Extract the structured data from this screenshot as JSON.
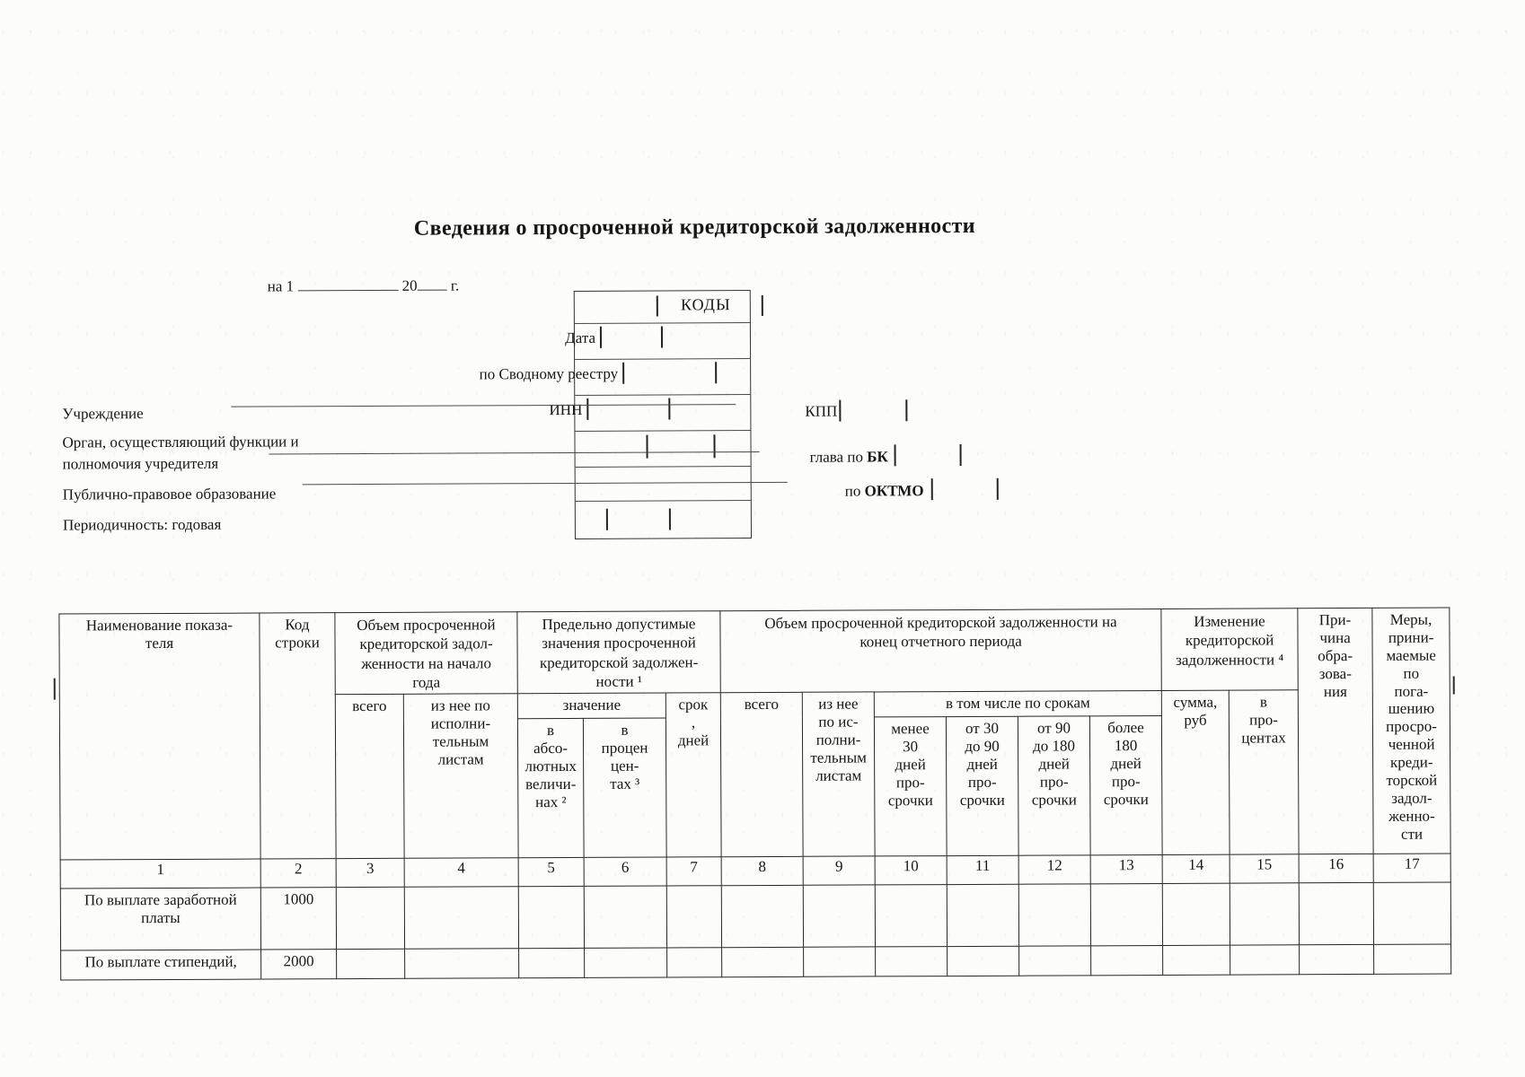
{
  "title": "Сведения о просроченной кредиторской задолженности",
  "header": {
    "date_prefix": "на 1",
    "date_year": "20",
    "date_suffix": "г.",
    "codes_label": "КОДЫ",
    "label_data": "Дата",
    "label_registry": "по Сводному реестру",
    "label_inn": "ИНН",
    "label_institution": "Учреждение",
    "label_founder_line1": "Орган, осуществляющий функции и",
    "label_founder_line2": "полномочия учредителя",
    "label_public_entity": "Публично-правовое образование",
    "label_periodicity": "Периодичность: годовая",
    "label_kpp": "КПП",
    "label_bk_prefix": "глава по ",
    "label_bk": "БК",
    "label_oktmo_prefix": "по ",
    "label_oktmo": "ОКТМО"
  },
  "table": {
    "col_name": "Наименование показа-\nтеля",
    "col_code": "Код\nстроки",
    "grp_begin_year": "Объем просроченной\nкредиторской задол-\nженности на начало\nгода",
    "grp_limits": "Предельно допустимые\nзначения просроченной\nкредиторской задолжен-\nности ¹",
    "grp_end_period": "Объем просроченной кредиторской задолженности на\nконец отчетного периода",
    "grp_change": "Изменение\nкредиторской\nзадолженности ⁴",
    "col_reason": "При-\nчина\nобра-\nзова-\nния",
    "col_measures": "Меры,\nприни-\nмаемые\nпо\nпога-\nшению\nпросро-\nченной\nкреди-\nторской\nзадол-\nженно-\nсти",
    "col_total_begin": "всего",
    "col_writs_begin": "из нее по\nисполни-\nтельным\nлистам",
    "sub_value": "значение",
    "col_abs": "в\nабсо-\nлютных\nвеличи-\nнах ²",
    "col_pct": "в\nпроцен\nцен-\nтах ³",
    "col_term": "срок\n,\nдней",
    "col_total_end": "всего",
    "col_writs_end": "из нее\nпо ис-\nполни-\nтельным\nлистам",
    "sub_terms": "в том числе по срокам",
    "col_less30": "менее\n30\nдней\nпро-\nсрочки",
    "col_30_90": "от 30\nдо 90\nдней\nпро-\nсрочки",
    "col_90_180": "от 90\nдо 180\nдней\nпро-\nсрочки",
    "col_more180": "более\n180\nдней\nпро-\nсрочки",
    "col_sum": "сумма,\nруб",
    "col_change_pct": "в\nпро-\nцентах",
    "number_row": [
      "1",
      "2",
      "3",
      "4",
      "5",
      "6",
      "7",
      "8",
      "9",
      "10",
      "11",
      "12",
      "13",
      "14",
      "15",
      "16",
      "17"
    ],
    "rows": [
      {
        "name": "По выплате заработной\nплаты",
        "code": "1000"
      },
      {
        "name": "По выплате стипендий,",
        "code": "2000"
      }
    ]
  }
}
